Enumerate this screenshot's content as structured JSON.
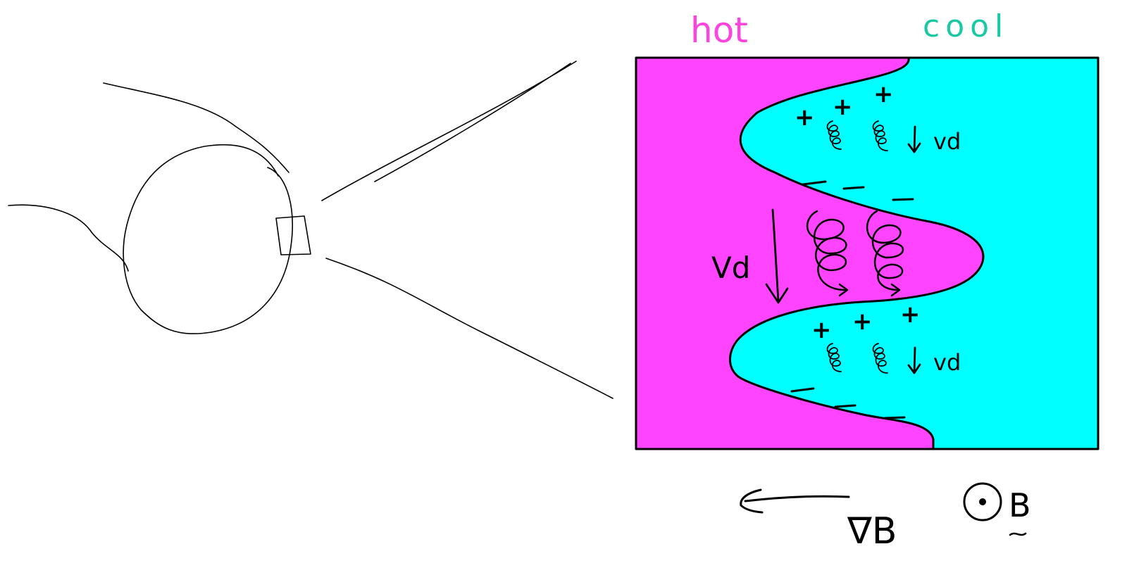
{
  "labels": {
    "hot": "hot",
    "cool": "cool",
    "vd_big": "Vd",
    "vd_upper": "vd",
    "vd_lower": "vd",
    "grad_b": "∇B",
    "b_field": "B"
  },
  "colors": {
    "hot": "#ff44ff",
    "cool": "#00ffff",
    "hot_label": "#ff44dd",
    "cool_label": "#19c9a3",
    "ink": "#000000"
  }
}
